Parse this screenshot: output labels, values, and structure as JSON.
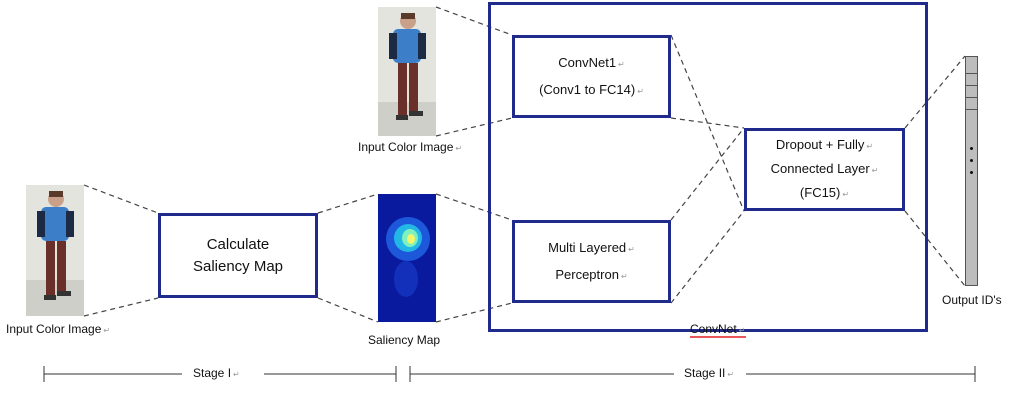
{
  "labels": {
    "input_bottom": "Input Color Image",
    "input_top": "Input Color Image",
    "saliency_map": "Saliency Map",
    "output": "Output ID's",
    "convnet": "ConvNet",
    "stage1": "Stage I",
    "stage2": "Stage II"
  },
  "boxes": {
    "calculate_line1": "Calculate",
    "calculate_line2": "Saliency Map",
    "convnet1_line1": "ConvNet1",
    "convnet1_line2": "(Conv1 to FC14)",
    "mlp_line1": "Multi Layered",
    "mlp_line2": "Perceptron",
    "dropout_line1": "Dropout + Fully",
    "dropout_line2": "Connected Layer",
    "dropout_line3": "(FC15)"
  },
  "return_mark": "↵",
  "colors": {
    "box_border": "#1f2a8c",
    "dashed": "#444444",
    "saliency_bg": "#0a1a9e",
    "output_bar": "#bdbdbd",
    "spellcheck": "#e02020"
  }
}
